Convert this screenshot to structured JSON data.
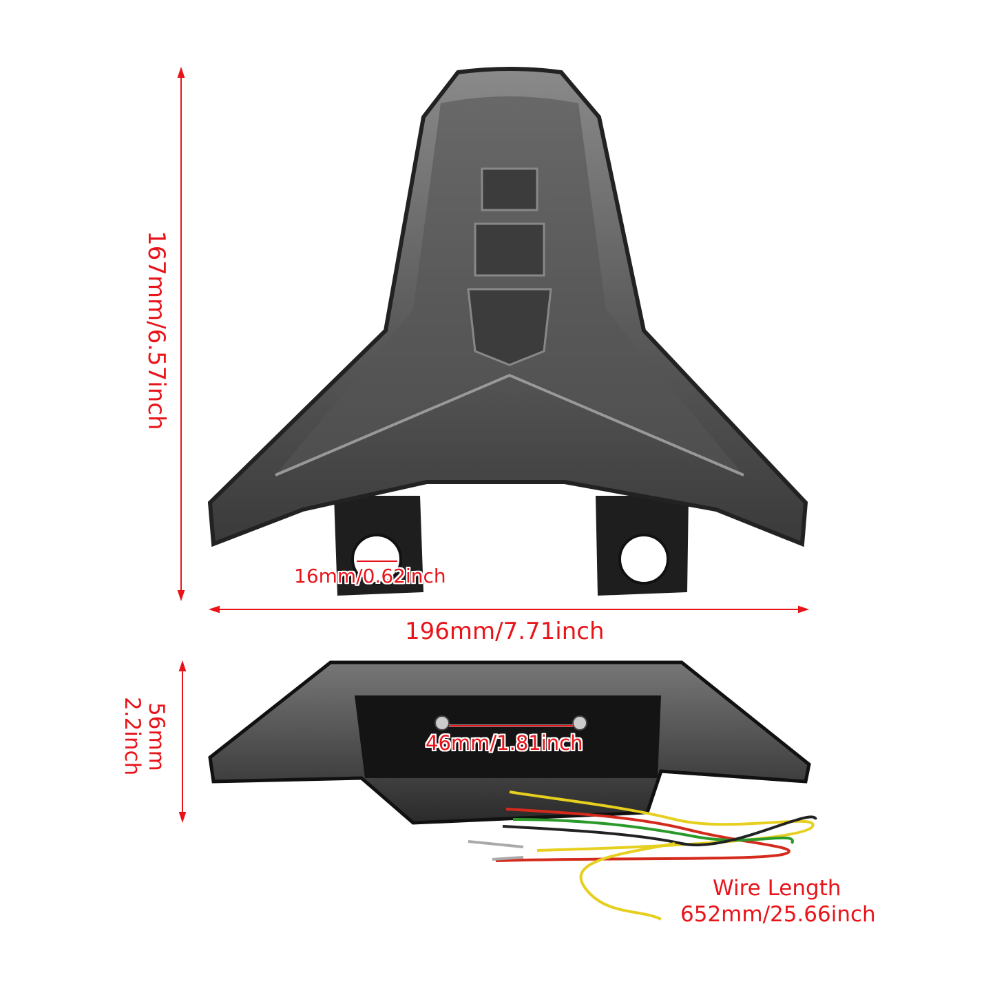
{
  "dimensions": {
    "height": "167mm/6.57inch",
    "width": "196mm/7.71inch",
    "hole": "16mm/0.62inch",
    "depth_mm": "56mm",
    "depth_inch": "2.2inch",
    "bolt_spacing": "46mm/1.81inch",
    "wire_label": "Wire Length",
    "wire_length": "652mm/25.66inch"
  },
  "colors": {
    "annotation": "#e8141a",
    "lens": "#6b6b6b",
    "housing": "#1c1c1c"
  }
}
